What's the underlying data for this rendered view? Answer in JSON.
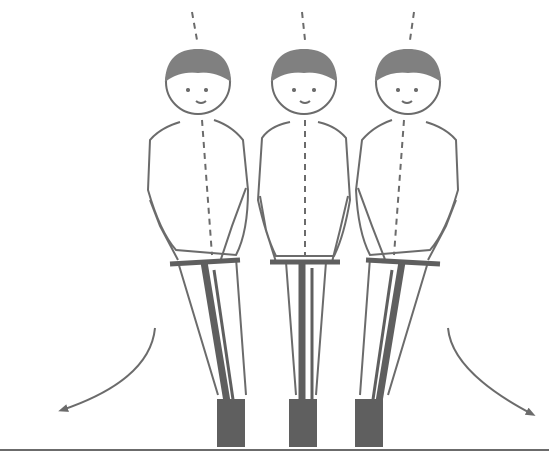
{
  "illustration": {
    "figures": [
      {
        "id": "left",
        "lean": "left"
      },
      {
        "id": "center",
        "lean": "upright"
      },
      {
        "id": "right",
        "lean": "right"
      }
    ],
    "arrows": [
      {
        "id": "left-turn-arrow",
        "direction": "down-left"
      },
      {
        "id": "right-turn-arrow",
        "direction": "down-right"
      }
    ],
    "colors": {
      "line": "#6b6b6b",
      "hair": "#808080",
      "scooter": "#5f5f5f",
      "background": "#ffffff"
    }
  }
}
